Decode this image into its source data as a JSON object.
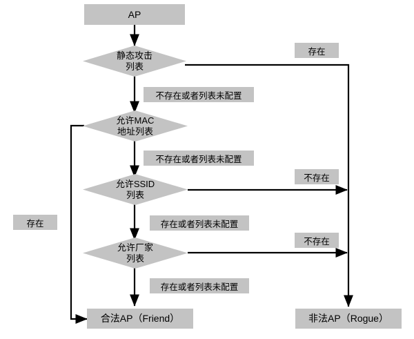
{
  "diagram": {
    "title": "AP classification flowchart",
    "colors": {
      "node_fill": "#c3c3c3",
      "edge_stroke": "#000000",
      "background": "#ffffff"
    },
    "nodes": {
      "ap": "AP",
      "static_attack_list": "静态攻击\n列表",
      "allowed_mac_list": "允许MAC\n地址列表",
      "allowed_ssid_list": "允许SSID\n列表",
      "allowed_vendor_list": "允许厂家\n列表",
      "friend_ap": "合法AP（Friend）",
      "rogue_ap": "非法AP（Rogue）"
    },
    "edge_labels": {
      "exists_top_right": "存在",
      "not_exists_or_unconfigured_1": "不存在或者列表未配置",
      "not_exists_or_unconfigured_2": "不存在或者列表未配置",
      "not_exists_ssid": "不存在",
      "exists_or_unconfigured_1": "存在或者列表未配置",
      "not_exists_vendor": "不存在",
      "exists_or_unconfigured_2": "存在或者列表未配置",
      "exists_left": "存在"
    }
  }
}
